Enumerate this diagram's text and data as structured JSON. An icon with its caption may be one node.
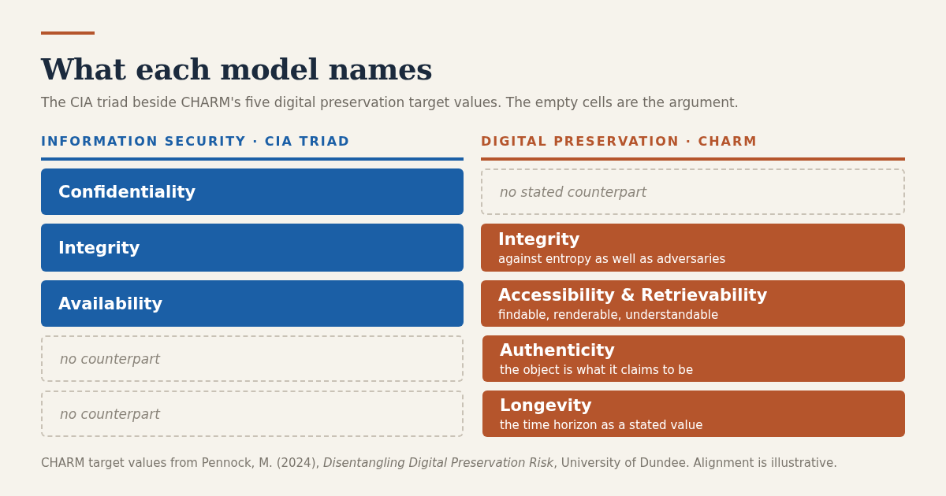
{
  "diagram": {
    "title": "What each model names",
    "caption": "CHARM target values from Pennock, M. (2024), *Disentangling Digital Preservation Risk*, University of Dundee. Alignment is illustrative.",
    "nodes": [
      {
        "text": [
          "Confidentiality"
        ]
      },
      {
        "text": [
          "Integrity"
        ]
      },
      {
        "text": [
          "Availability"
        ]
      },
      {
        "text": [
          "no counterpart"
        ]
      },
      {
        "text": [
          "no counterpart"
        ]
      },
      {
        "text": [
          "no stated counterpart"
        ]
      },
      {
        "text": [
          "Integrity",
          "against entropy as well as adversaries"
        ]
      },
      {
        "text": [
          "Accessibility & Retrievability",
          "findable, renderable, understandable"
        ]
      },
      {
        "text": [
          "Authenticity",
          "the object is what it claims to be"
        ]
      },
      {
        "text": [
          "Longevity",
          "the time horizon as a stated value"
        ]
      }
    ],
    "labels": [
      "The CIA triad beside CHARM's five digital preservation target values. The empty cells are the argument.",
      "INFORMATION SECURITY · CIA TRIAD",
      "DIGITAL PRESERVATION · CHARM"
    ]
  }
}
